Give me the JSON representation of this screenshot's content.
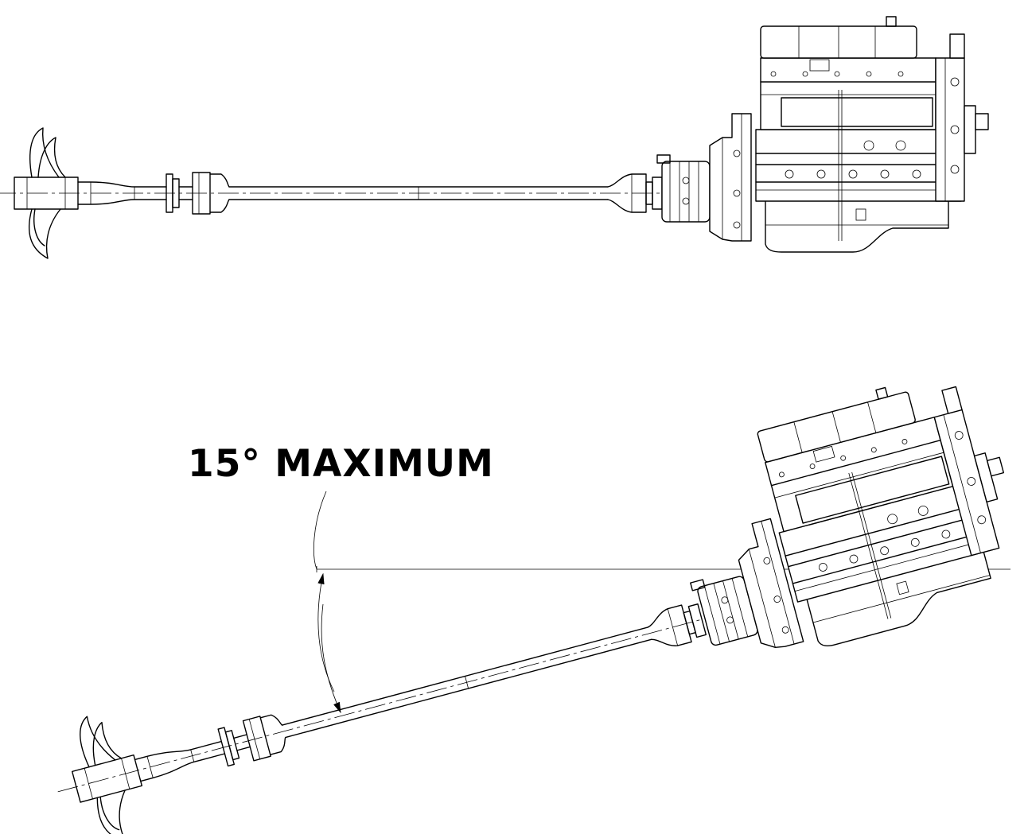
{
  "annotation": {
    "angle_label": "15° MAXIMUM"
  },
  "views": [
    {
      "name": "horizontal-installation",
      "shaft_angle_deg": 0
    },
    {
      "name": "inclined-installation",
      "shaft_angle_deg": 15
    }
  ]
}
